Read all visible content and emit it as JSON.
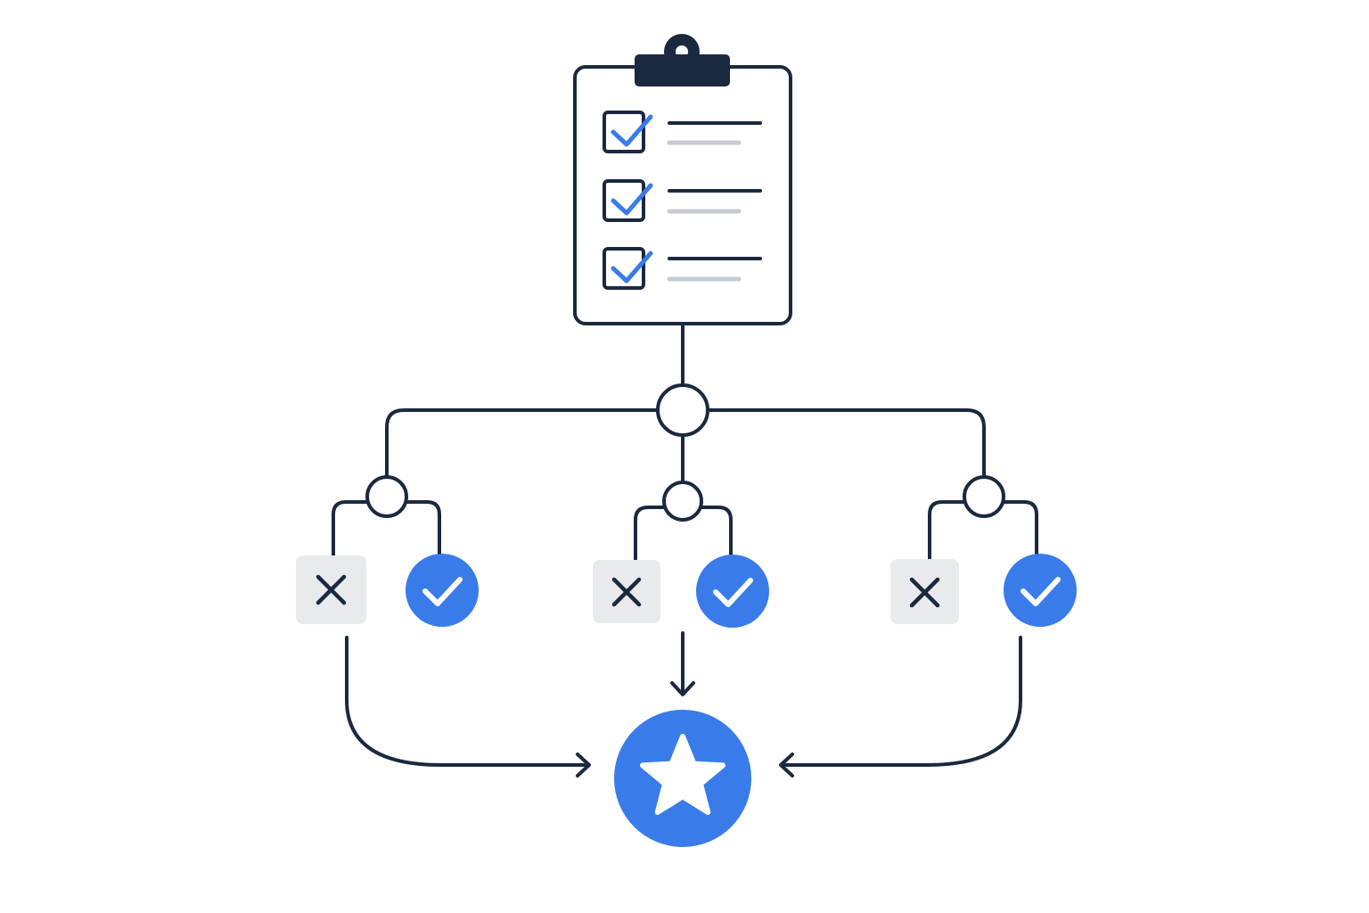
{
  "colors": {
    "ink": "#1B2940",
    "accent": "#3A7BEA",
    "muted_line": "#C6CBD3",
    "reject_fill": "#E9EAEC",
    "background": "#FFFFFF"
  },
  "checklist": {
    "icon": "clipboard-icon",
    "items": [
      {
        "icon": "checked-checkbox-icon",
        "state": "checked"
      },
      {
        "icon": "checked-checkbox-icon",
        "state": "checked"
      },
      {
        "icon": "checked-checkbox-icon",
        "state": "checked"
      }
    ]
  },
  "root_node": {
    "icon": "junction-node"
  },
  "branches": [
    {
      "node": "decision-node",
      "reject_icon": "x-icon",
      "accept_icon": "check-circle-icon"
    },
    {
      "node": "decision-node",
      "reject_icon": "x-icon",
      "accept_icon": "check-circle-icon"
    },
    {
      "node": "decision-node",
      "reject_icon": "x-icon",
      "accept_icon": "check-circle-icon"
    }
  ],
  "result": {
    "icon": "star-icon"
  }
}
